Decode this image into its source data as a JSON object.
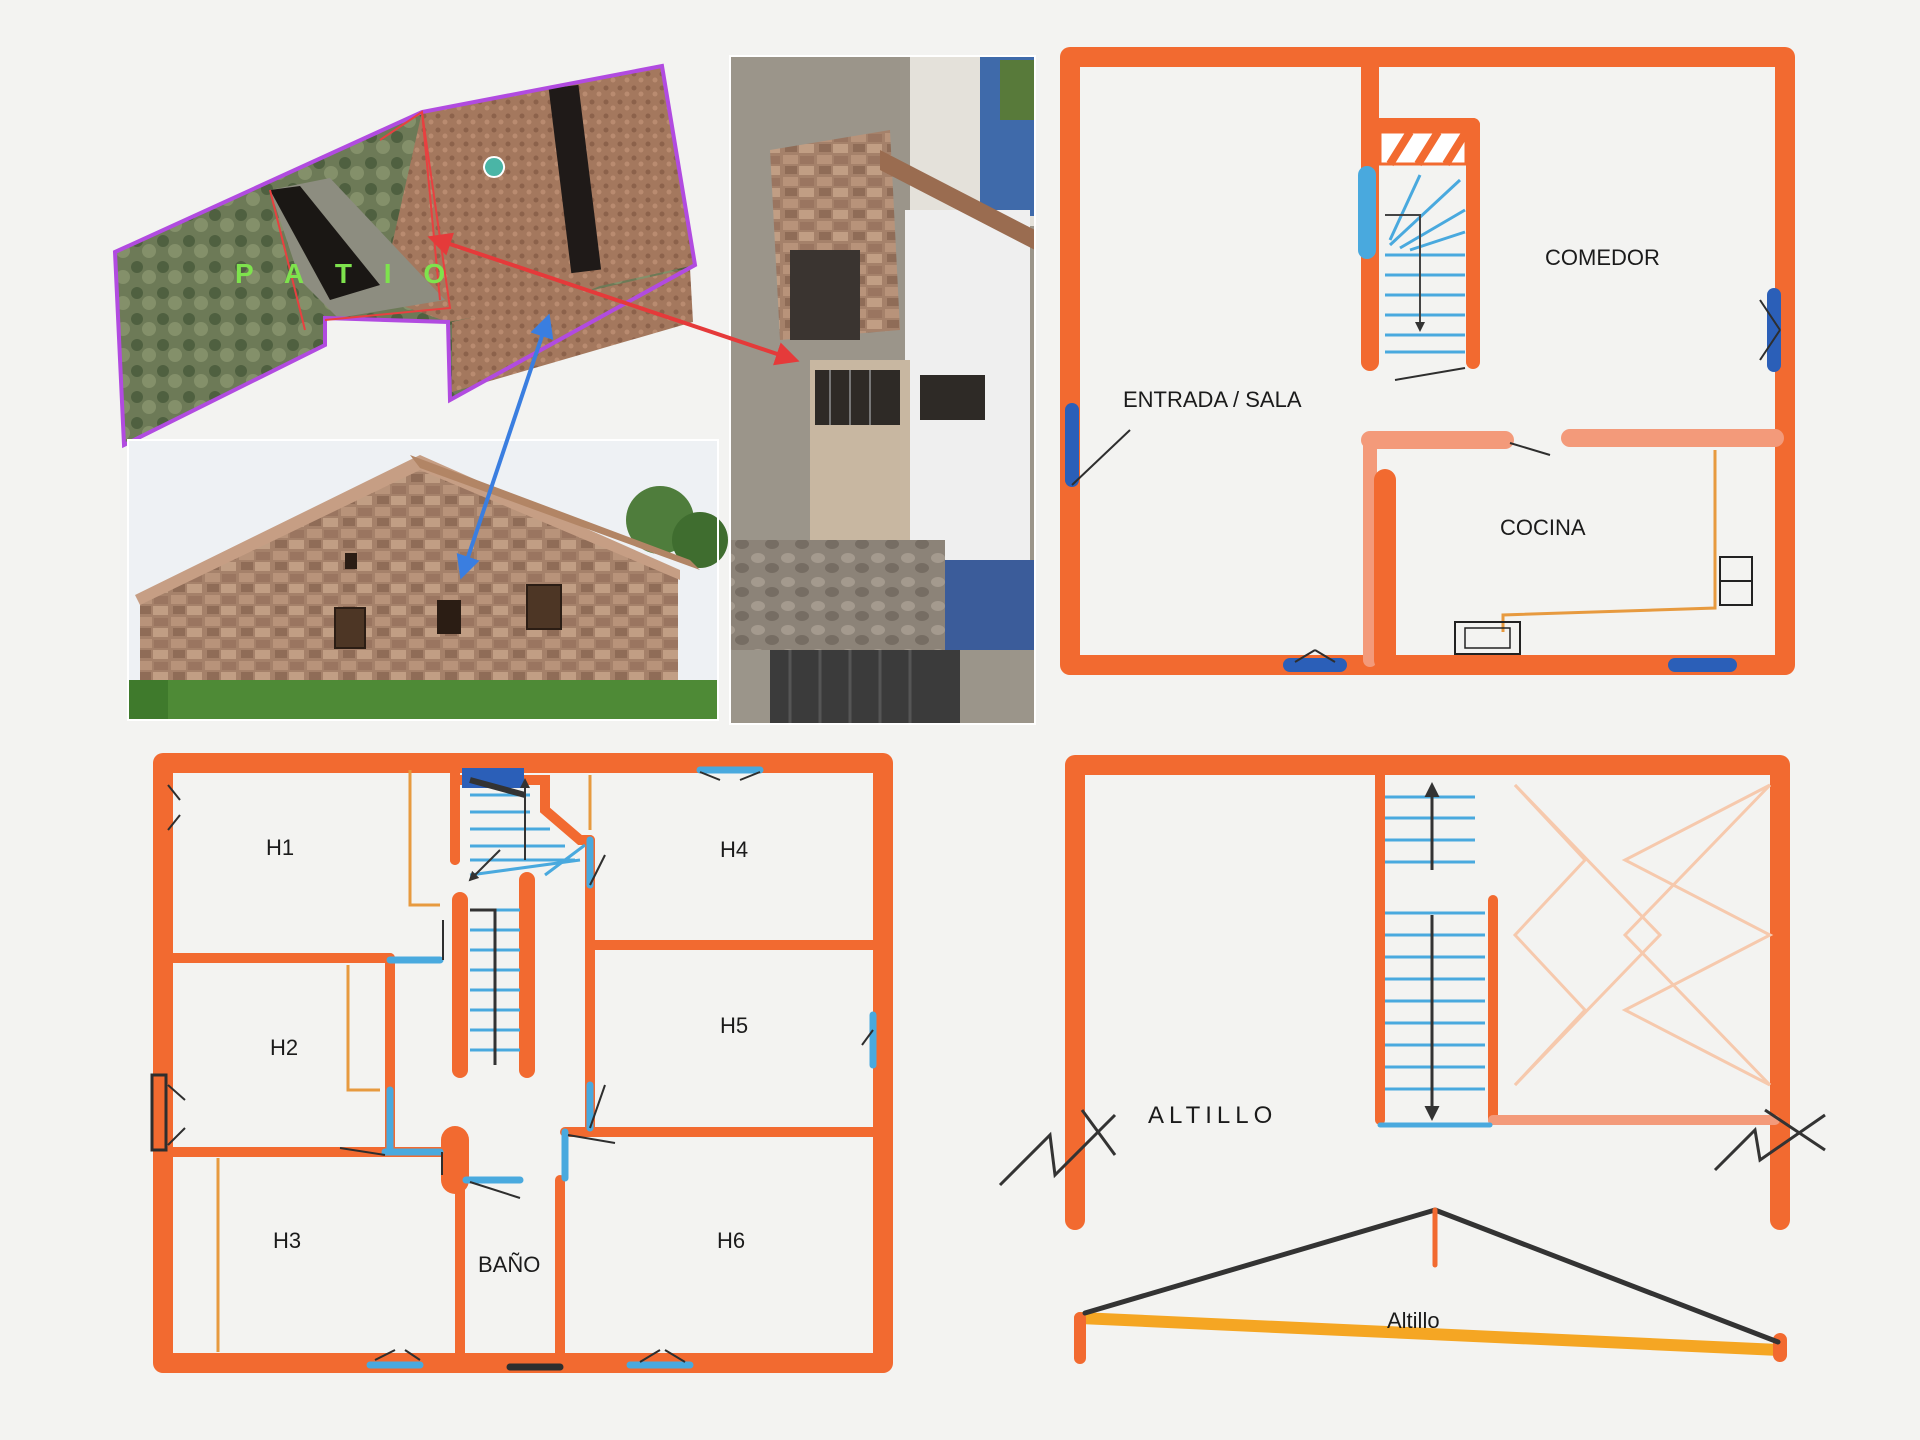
{
  "aerial": {
    "patio_label": "P A T I O"
  },
  "ground_floor": {
    "rooms": {
      "entrada": "ENTRADA / SALA",
      "comedor": "COMEDOR",
      "cocina": "COCINA"
    }
  },
  "first_floor": {
    "rooms": {
      "h1": "H1",
      "h2": "H2",
      "h3": "H3",
      "h4": "H4",
      "h5": "H5",
      "h6": "H6",
      "bano": "BAÑO"
    }
  },
  "attic_plan": {
    "label": "ALTILLO"
  },
  "section": {
    "label": "Altillo"
  },
  "colors": {
    "wall": "#f26a30",
    "stairs": "#49a9de",
    "windows": "#2b5fb8",
    "patio_outline": "#b14be0",
    "photo_link_red": "#e53a3a",
    "photo_link_blue": "#3a7ee0"
  }
}
